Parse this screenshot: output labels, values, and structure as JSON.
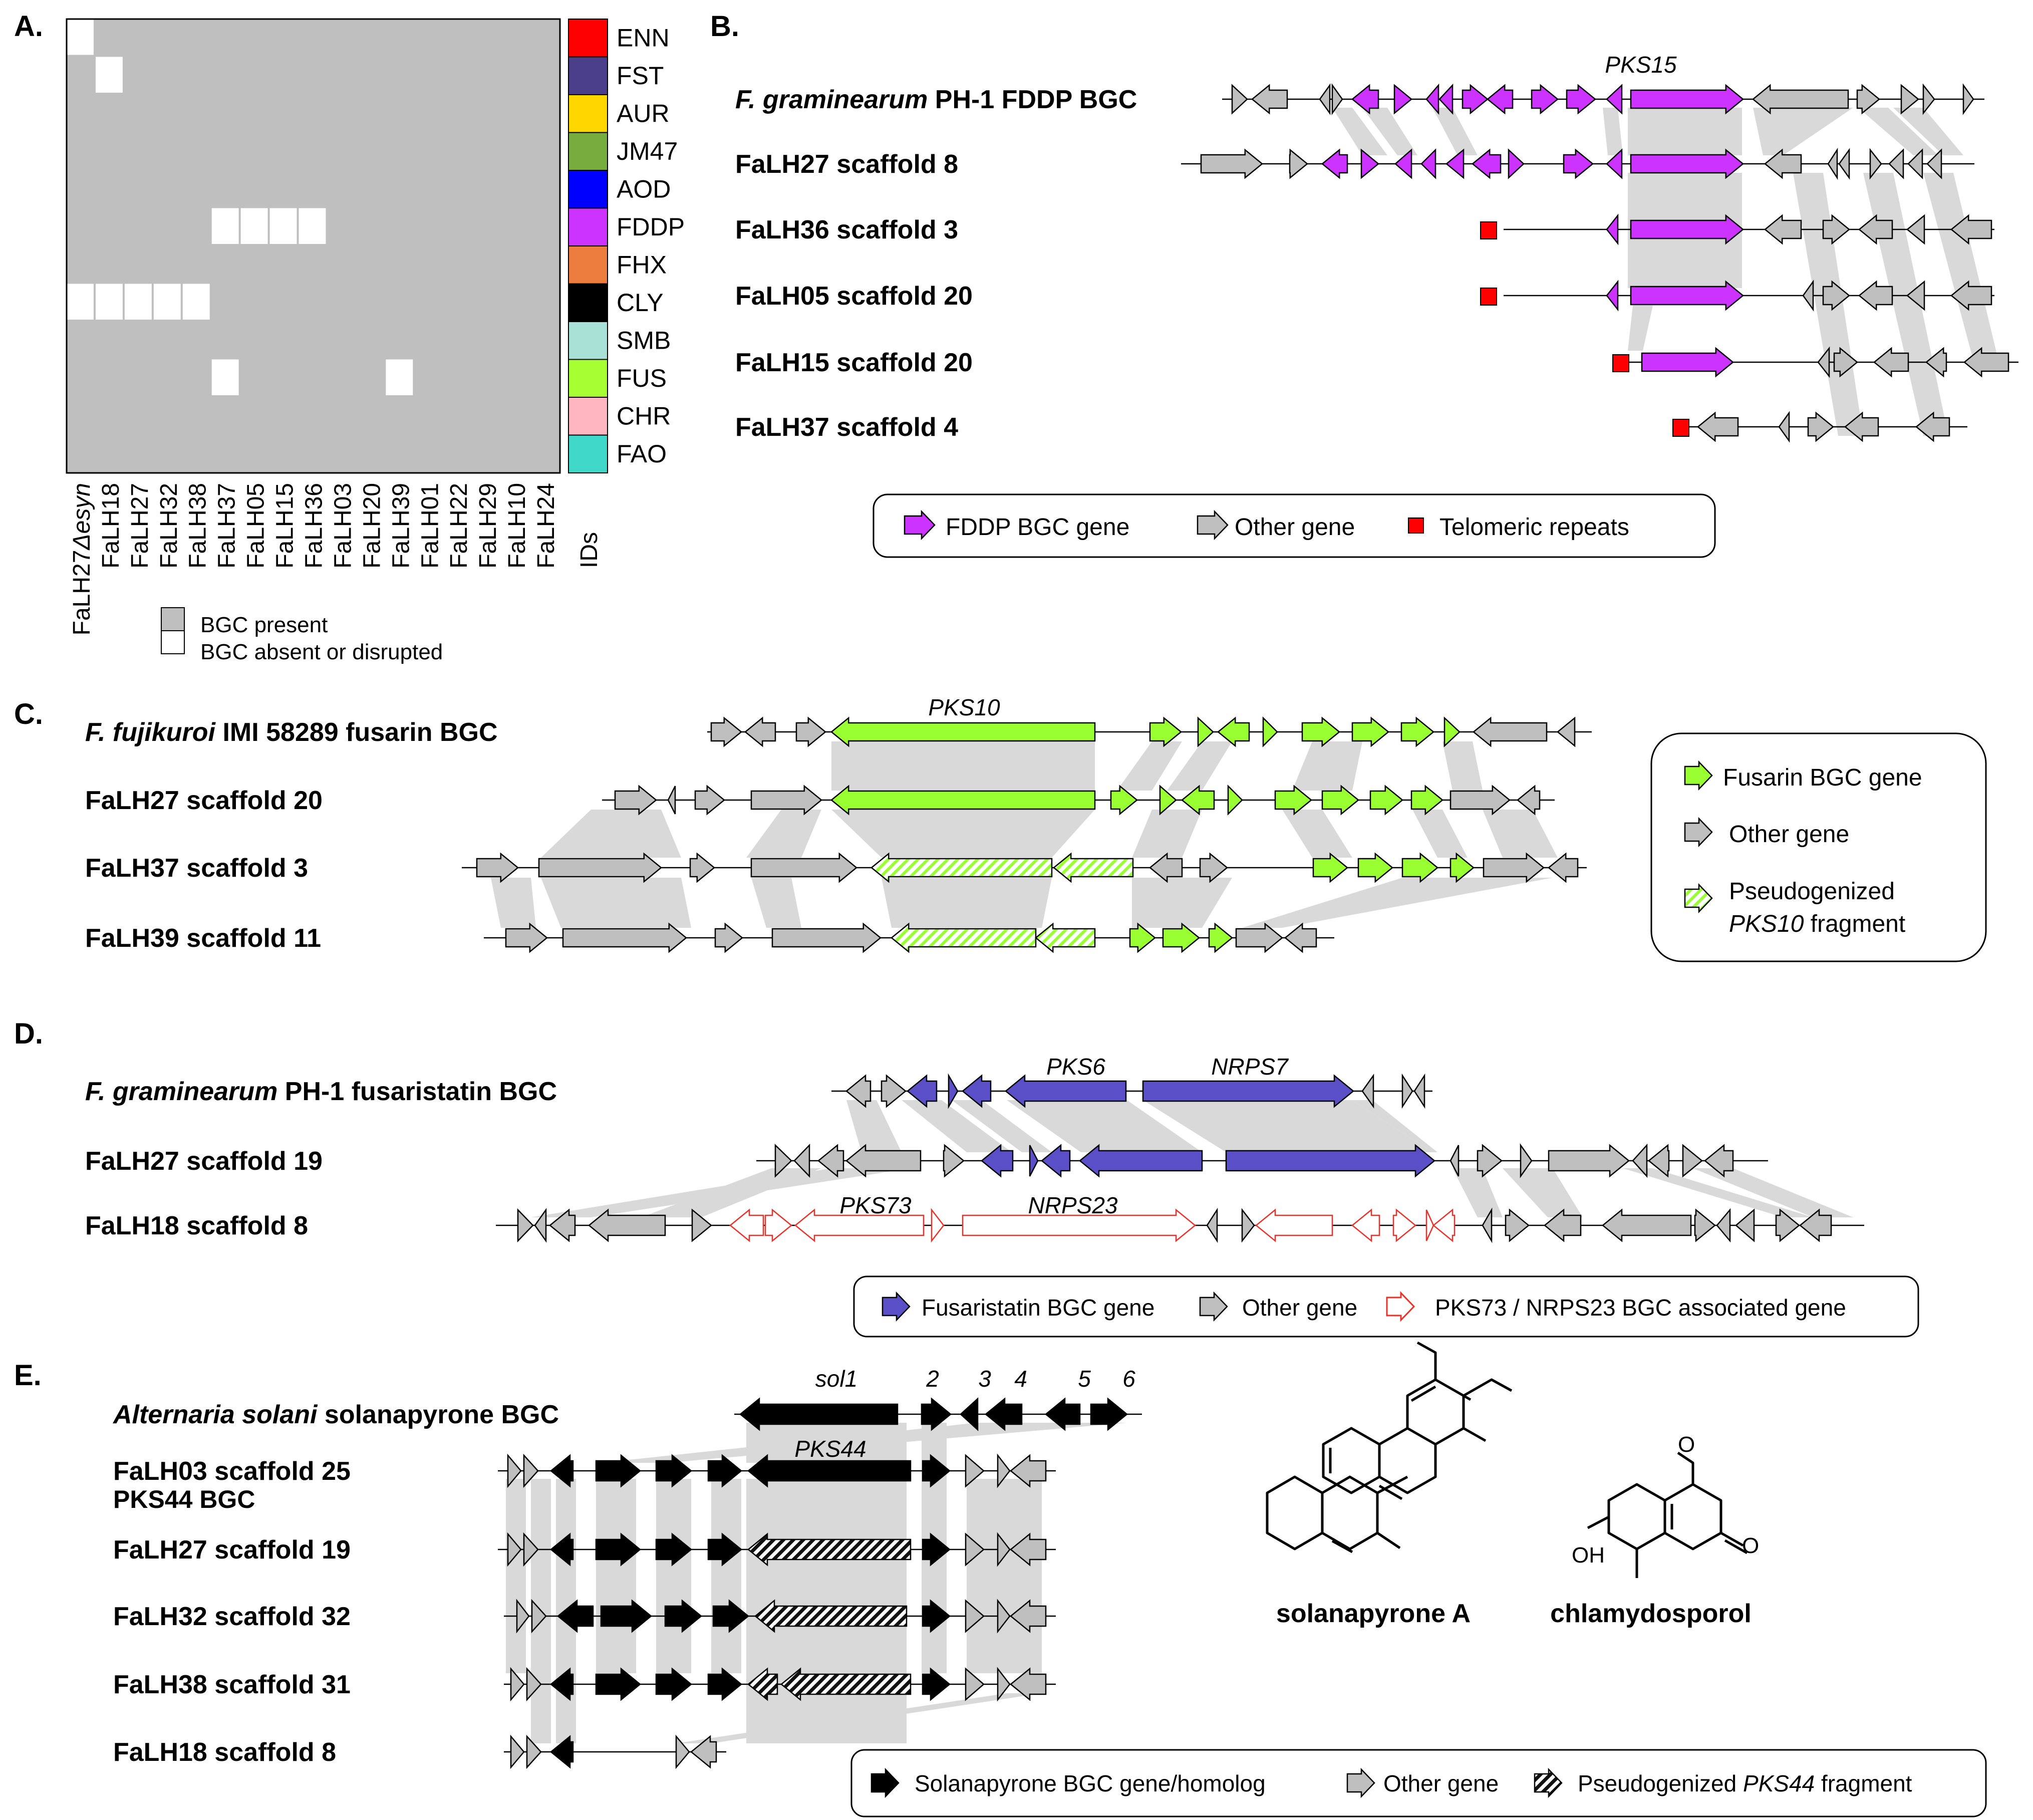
{
  "colors": {
    "grey": "#bfbfbf",
    "band": "#d9d9d9",
    "fddp": "#cc33ff",
    "fusarin": "#99ff33",
    "fusaristatin": "#5b4fc8",
    "red_outline": "#e8322a",
    "telomere": "#ff0000",
    "black": "#000000"
  },
  "panelA": {
    "label": "A.",
    "strains": [
      "FaLH27Δesyn",
      "FaLH18",
      "FaLH27",
      "FaLH32",
      "FaLH38",
      "FaLH37",
      "FaLH05",
      "FaLH15",
      "FaLH36",
      "FaLH03",
      "FaLH20",
      "FaLH39",
      "FaLH01",
      "FaLH22",
      "FaLH29",
      "FaLH10",
      "FaLH24"
    ],
    "ids": [
      {
        "name": "ENN",
        "color": "#ff0000"
      },
      {
        "name": "FST",
        "color": "#4b3f8c"
      },
      {
        "name": "AUR",
        "color": "#ffd700"
      },
      {
        "name": "JM47",
        "color": "#77ad3f"
      },
      {
        "name": "AOD",
        "color": "#0000ff"
      },
      {
        "name": "FDDP",
        "color": "#cc33ff"
      },
      {
        "name": "FHX",
        "color": "#ed7d3f"
      },
      {
        "name": "CLY",
        "color": "#000000"
      },
      {
        "name": "SMB",
        "color": "#a8e2d6"
      },
      {
        "name": "FUS",
        "color": "#a6ff33"
      },
      {
        "name": "CHR",
        "color": "#ffb6c1"
      },
      {
        "name": "FAO",
        "color": "#3ed7c8"
      }
    ],
    "ids_title": "IDs",
    "absent_cells": [
      [
        0,
        0
      ],
      [
        1,
        1
      ],
      [
        5,
        5
      ],
      [
        5,
        6
      ],
      [
        5,
        7
      ],
      [
        5,
        8
      ],
      [
        7,
        0
      ],
      [
        7,
        1
      ],
      [
        7,
        2
      ],
      [
        7,
        3
      ],
      [
        7,
        4
      ],
      [
        9,
        5
      ],
      [
        9,
        11
      ]
    ],
    "legend_present": "BGC present",
    "legend_absent": "BGC absent or disrupted"
  },
  "panelB": {
    "label": "B.",
    "tracks": [
      {
        "label_italic": "F. graminearum",
        "label_rest": " PH-1 FDDP BGC"
      },
      {
        "label_italic": "",
        "label_rest": "FaLH27 scaffold 8"
      },
      {
        "label_italic": "",
        "label_rest": "FaLH36 scaffold 3"
      },
      {
        "label_italic": "",
        "label_rest": "FaLH05 scaffold 20"
      },
      {
        "label_italic": "",
        "label_rest": "FaLH15 scaffold 20"
      },
      {
        "label_italic": "",
        "label_rest": "FaLH37 scaffold 4"
      }
    ],
    "gene_label": "PKS15",
    "legend": [
      "FDDP BGC gene",
      "Other gene",
      "Telomeric repeats"
    ]
  },
  "panelC": {
    "label": "C.",
    "tracks": [
      {
        "label_italic": "F. fujikuroi",
        "label_rest": " IMI 58289 fusarin BGC"
      },
      {
        "label_italic": "",
        "label_rest": "FaLH27 scaffold 20"
      },
      {
        "label_italic": "",
        "label_rest": "FaLH37 scaffold 3"
      },
      {
        "label_italic": "",
        "label_rest": "FaLH39 scaffold 11"
      }
    ],
    "gene_label": "PKS10",
    "legend": [
      "Fusarin BGC gene",
      "Other gene",
      "Pseudogenized",
      "PKS10",
      " fragment"
    ]
  },
  "panelD": {
    "label": "D.",
    "tracks": [
      {
        "label_italic": "F. graminearum",
        "label_rest": " PH-1 fusaristatin BGC"
      },
      {
        "label_italic": "",
        "label_rest": "FaLH27 scaffold 19"
      },
      {
        "label_italic": "",
        "label_rest": "FaLH18 scaffold 8"
      }
    ],
    "gene_labels": [
      "PKS6",
      "NRPS7",
      "PKS73",
      "NRPS23"
    ],
    "legend": [
      "Fusaristatin BGC gene",
      "Other gene",
      "PKS73 / NRPS23 BGC associated gene"
    ]
  },
  "panelE": {
    "label": "E.",
    "tracks": [
      {
        "label_italic": "Alternaria solani",
        "label_rest": " solanapyrone BGC"
      },
      {
        "label_italic": "",
        "label_rest": "FaLH03 scaffold 25"
      },
      {
        "label_italic": "",
        "label_rest": "FaLH27 scaffold 19"
      },
      {
        "label_italic": "",
        "label_rest": "FaLH32 scaffold 32"
      },
      {
        "label_italic": "",
        "label_rest": "FaLH38 scaffold 31"
      },
      {
        "label_italic": "",
        "label_rest": "FaLH18 scaffold 8"
      }
    ],
    "subtitle_track2": "PKS44 BGC",
    "gene_labels": [
      "sol1",
      "2",
      "3",
      "4",
      "5",
      "6",
      "PKS44"
    ],
    "compounds": [
      "solanapyrone A",
      "chlamydosporol"
    ],
    "legend": [
      "Solanapyrone BGC  gene/homolog",
      "Other gene",
      "Pseudogenized ",
      "PKS44",
      " fragment"
    ]
  }
}
